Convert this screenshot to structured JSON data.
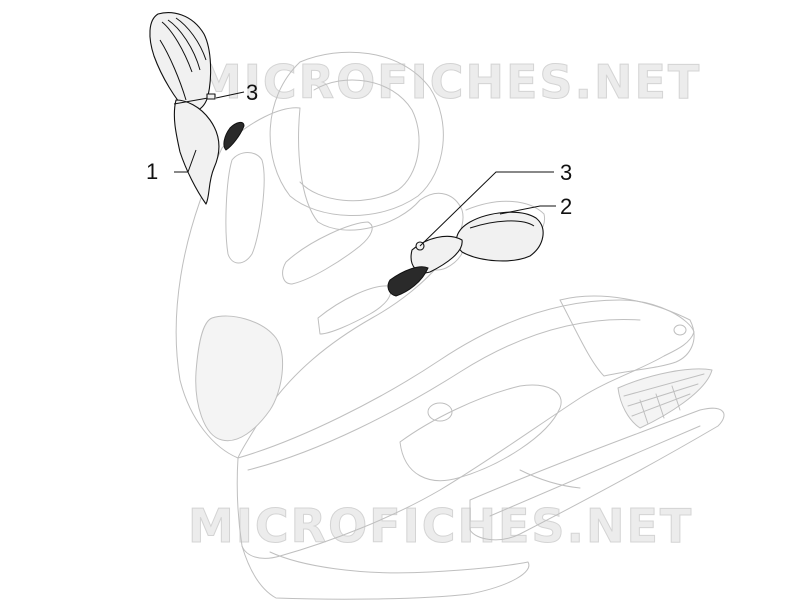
{
  "watermark": {
    "text": "MICROFICHES.NET",
    "color": "#d4d4d4"
  },
  "callouts": [
    {
      "id": "1",
      "label": "1"
    },
    {
      "id": "3a",
      "label": "3"
    },
    {
      "id": "3b",
      "label": "3"
    },
    {
      "id": "2",
      "label": "2"
    }
  ],
  "colors": {
    "ghost_line": "#bfbfbf",
    "part_line": "#111111",
    "background": "#ffffff"
  }
}
